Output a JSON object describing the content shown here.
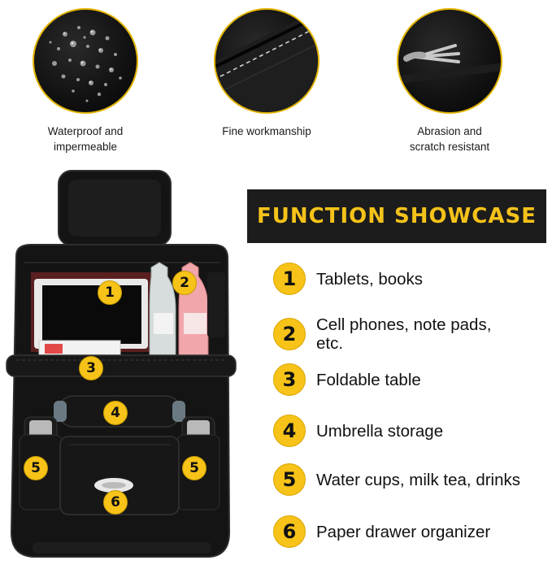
{
  "features": [
    {
      "caption": "Waterproof and\nimpermeable",
      "icon": "water-drops-icon"
    },
    {
      "caption": "Fine workmanship",
      "icon": "stitching-icon"
    },
    {
      "caption": "Abrasion and\nscratch resistant",
      "icon": "fork-scratch-icon"
    }
  ],
  "showcase": {
    "title": "FUNCTION SHOWCASE"
  },
  "functions": [
    {
      "number": "1",
      "label": "Tablets, books"
    },
    {
      "number": "2",
      "label": "Cell phones, note pads,\netc."
    },
    {
      "number": "3",
      "label": "Foldable table"
    },
    {
      "number": "4",
      "label": "Umbrella storage"
    },
    {
      "number": "5",
      "label": "Water cups, milk tea, drinks"
    },
    {
      "number": "6",
      "label": "Paper drawer organizer"
    }
  ],
  "product_markers": [
    "1",
    "2",
    "3",
    "4",
    "5",
    "5",
    "6"
  ],
  "colors": {
    "accent_yellow": "#f7c318",
    "title_bg": "#1c1c1c",
    "title_text": "#f5c21a",
    "leather": "#141414"
  }
}
